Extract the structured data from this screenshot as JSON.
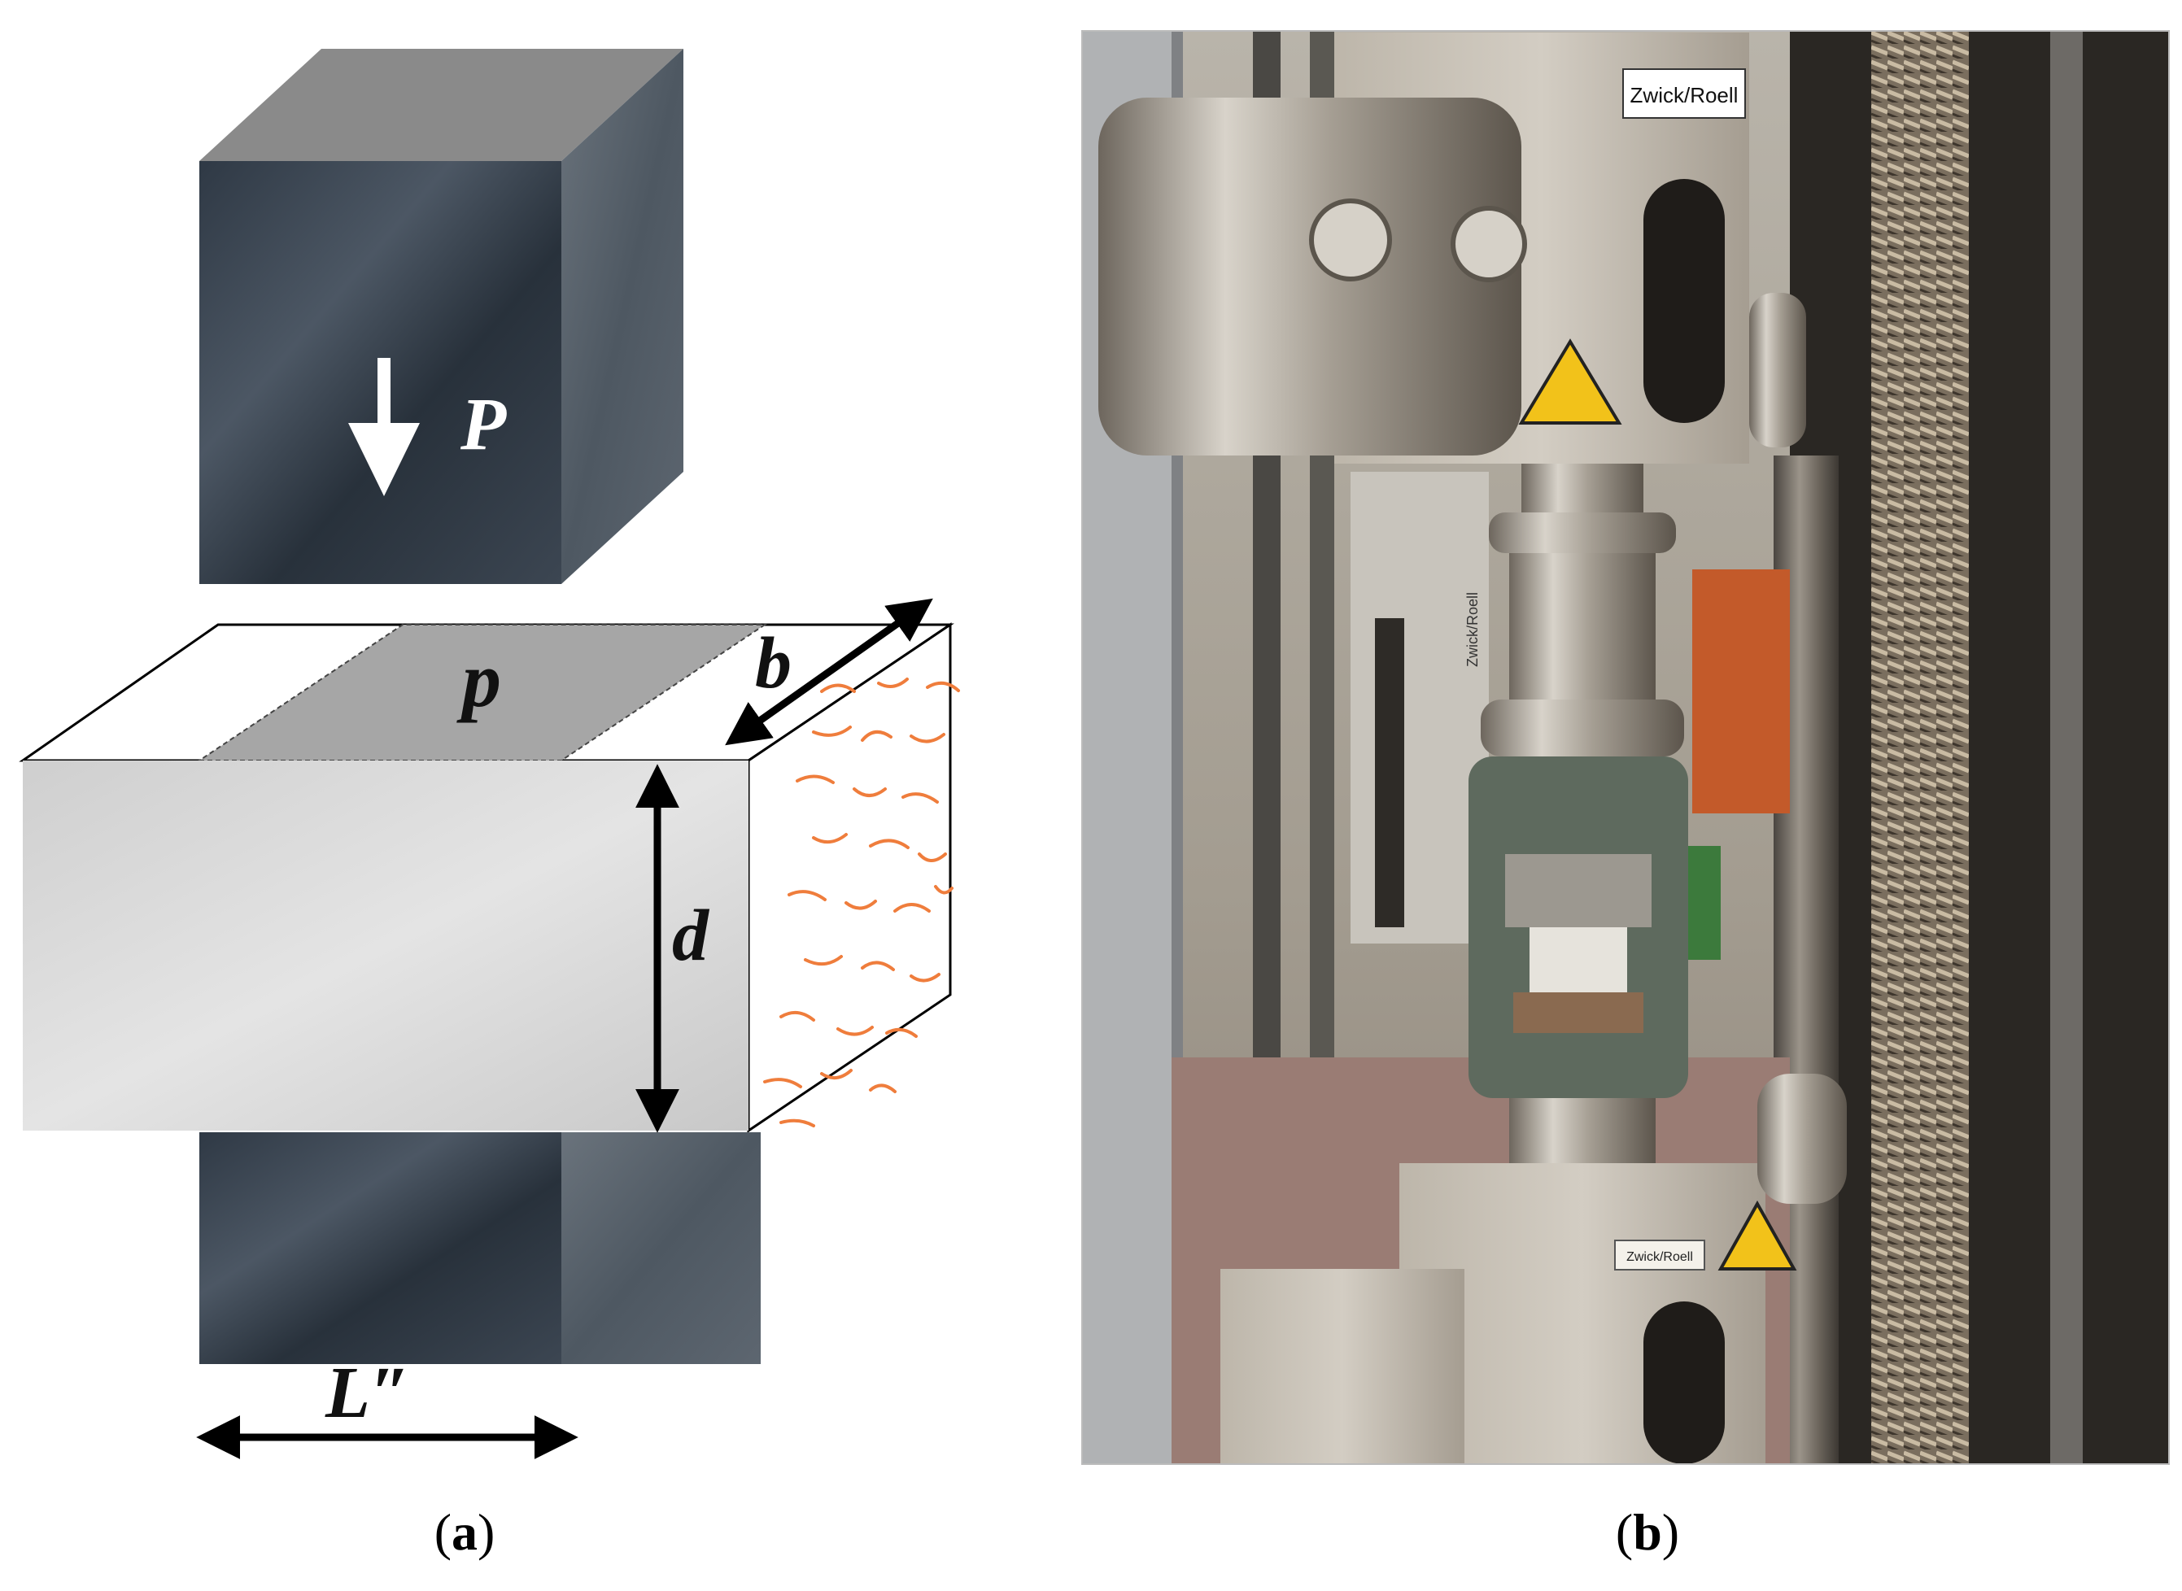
{
  "panel_a": {
    "caption_letter": "a",
    "labels": {
      "load": "P",
      "pressure": "p",
      "width": "b",
      "depth": "d",
      "length": "L″"
    },
    "colors": {
      "steel_face": "#3a4450",
      "steel_side": "#5a6470",
      "steel_top": "#8a8a8a",
      "specimen_front": "#d9d9d9",
      "contact_patch": "#a6a6a6",
      "fibers": "#ef7d3c",
      "arrows": "#000000",
      "load_arrow": "#ffffff"
    }
  },
  "panel_b": {
    "caption_letter": "b",
    "brand_marks": [
      "Zwick/Roell",
      "Zwick/Roell",
      "Zwick/Roell"
    ],
    "colors": {
      "steel": "#a9a39a",
      "frame": "#b0b2b4",
      "dark_background": "#2a2723",
      "fixture_green": "#5e6a5e"
    }
  }
}
